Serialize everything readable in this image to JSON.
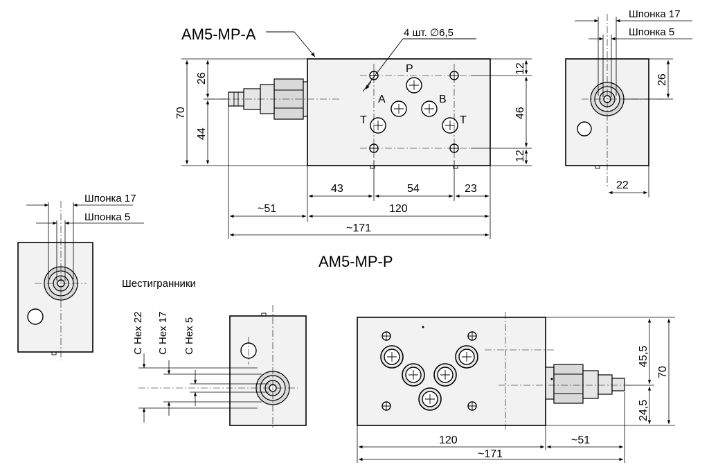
{
  "titles": {
    "variant_a": "AM5-MP-A",
    "variant_p": "AM5-MP-P"
  },
  "callouts": {
    "holes": "4 шт. ∅6,5",
    "key17": "Шпонка 17",
    "key5": "Шпонка 5",
    "hexes": "Шестигранники",
    "hex22": "C Hex 22",
    "hex17": "C Hex 17",
    "hex5": "C Hex 5"
  },
  "ports": {
    "p": "P",
    "a": "A",
    "b": "B",
    "t_left": "T",
    "t_right": "T"
  },
  "dims_a": {
    "d26": "26",
    "d70": "70",
    "d44": "44",
    "d12_top": "12",
    "d46": "46",
    "d12_bot": "12",
    "d43": "43",
    "d54": "54",
    "d23": "23",
    "d51": "~51",
    "d120": "120",
    "d171": "~171",
    "side_26": "26",
    "side_22": "22"
  },
  "dims_p": {
    "d45_5": "45,5",
    "d70": "70",
    "d24_5": "24,5",
    "d120": "120",
    "d51": "~51",
    "d171": "~171"
  }
}
